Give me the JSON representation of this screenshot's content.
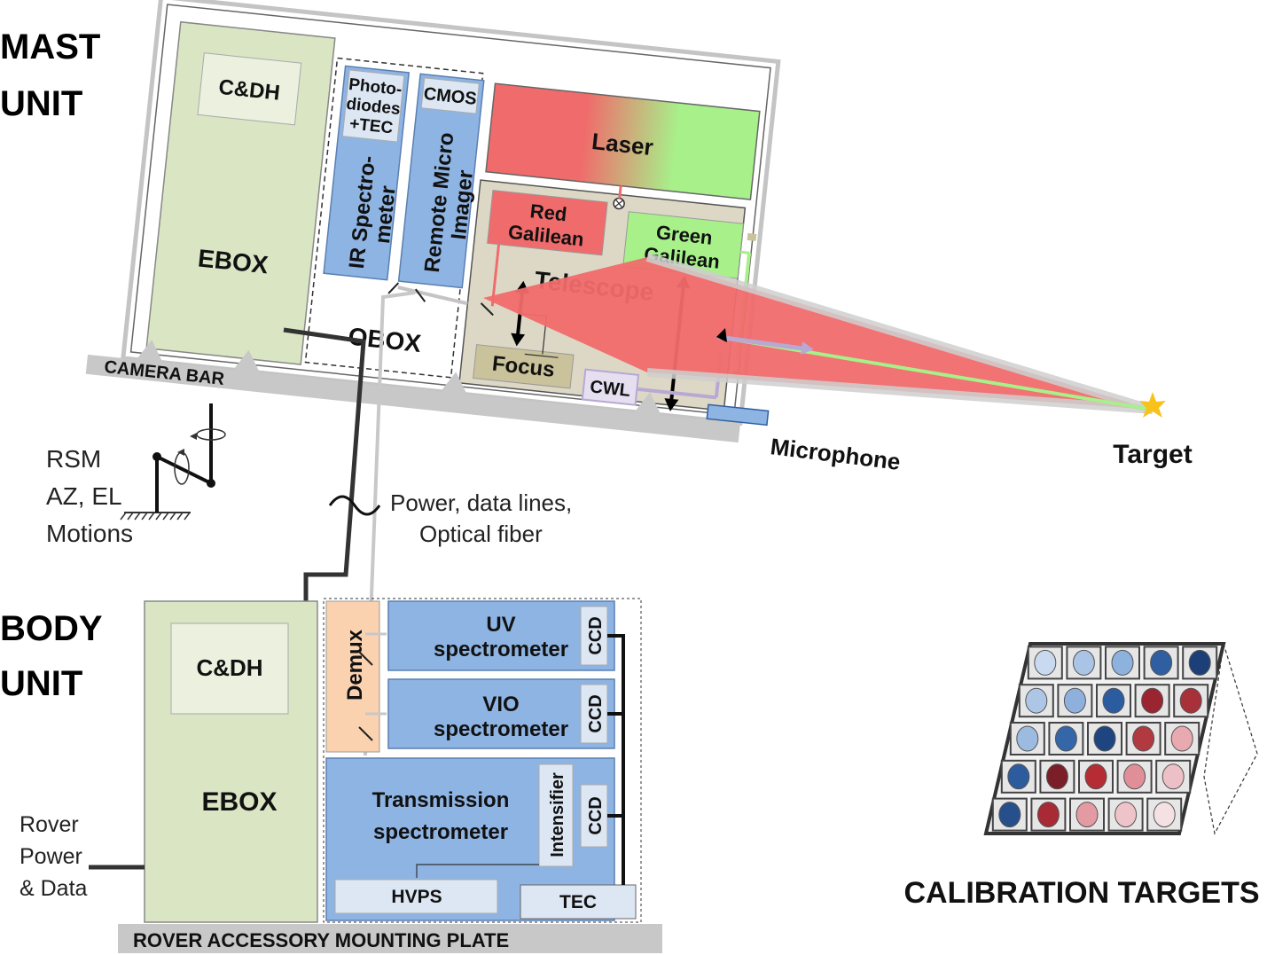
{
  "headings": {
    "mast_line1": "MAST",
    "mast_line2": "UNIT",
    "body_line1": "BODY",
    "body_line2": "UNIT",
    "calibration": "CALIBRATION TARGETS"
  },
  "mast": {
    "cdh": "C&DH",
    "ebox": "EBOX",
    "obox": "OBOX",
    "photodiodes_1": "Photo-",
    "photodiodes_2": "diodes",
    "photodiodes_3": "+TEC",
    "cmos": "CMOS",
    "ir_spectrometer_1": "IR Spectro-",
    "ir_spectrometer_2": "meter",
    "rmi_1": "Remote Micro",
    "rmi_2": "Imager",
    "laser": "Laser",
    "red_galilean_1": "Red",
    "red_galilean_2": "Galilean",
    "green_galilean_1": "Green",
    "green_galilean_2": "Galilean",
    "telescope": "Telescope",
    "focus": "Focus",
    "cwl": "CWL",
    "camera_bar": "CAMERA BAR",
    "microphone": "Microphone",
    "target": "Target"
  },
  "rsm": {
    "line1": "RSM",
    "line2": "AZ, EL",
    "line3": "Motions"
  },
  "cable": {
    "line1": "Power, data lines,",
    "line2": "Optical fiber"
  },
  "body": {
    "cdh": "C&DH",
    "ebox": "EBOX",
    "demux": "Demux",
    "uv_1": "UV",
    "uv_2": "spectrometer",
    "vio_1": "VIO",
    "vio_2": "spectrometer",
    "trans_1": "Transmission",
    "trans_2": "spectrometer",
    "intensifier": "Intensifier",
    "ccd_uv": "CCD",
    "ccd_vio": "CCD",
    "ccd_trans": "CCD",
    "hvps": "HVPS",
    "tec": "TEC",
    "mounting_plate": "ROVER ACCESSORY MOUNTING PLATE",
    "rover_1": "Rover",
    "rover_2": "Power",
    "rover_3": "& Data"
  },
  "calibration_targets": {
    "rows": [
      [
        "#c9daf0",
        "#aac4e6",
        "#8eb2de",
        "#2f5fa0",
        "#1c3f78"
      ],
      [
        "#aec6e6",
        "#8fb0dc",
        "#2c5ca0",
        "#9a2430",
        "#a83038"
      ],
      [
        "#9dbbe0",
        "#3566a8",
        "#1f4580",
        "#b03a40",
        "#e8a9b0"
      ],
      [
        "#2d5c9e",
        "#7a1f28",
        "#b52c34",
        "#e08f98",
        "#ecc0c6"
      ],
      [
        "#274f8c",
        "#a82a34",
        "#e39aa3",
        "#eec3c9",
        "#f5e0e3"
      ]
    ]
  },
  "colors": {
    "ebox_green": "#d9e5c3",
    "spectrometer_blue": "#8eb4e3",
    "laser_red": "#f06b6b",
    "laser_green": "#a7f08a",
    "telescope_tan": "#ddd8c6",
    "focus_khaki": "#c9c29a",
    "demux_orange": "#fad2b0",
    "bar_gray": "#c8c8c8"
  }
}
